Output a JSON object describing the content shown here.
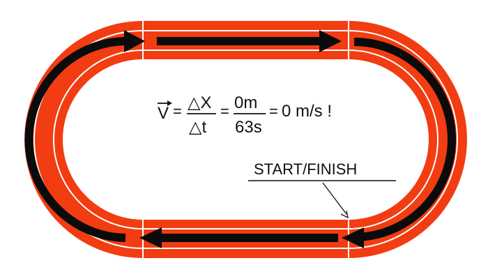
{
  "equation": {
    "velocity_symbol": "V",
    "equals_1": "=",
    "delta_x": "△X",
    "delta_t": "△t",
    "equals_2": "=",
    "displacement": "0m",
    "time": "63s",
    "equals_3": "=",
    "result": "0 m/s !"
  },
  "start_finish_label": "START/FINISH",
  "colors": {
    "track": "#f23c12",
    "lane_line": "#ffffff",
    "arrow": "#0b0b0b",
    "text": "#111111",
    "background": "#ffffff"
  },
  "arrow_direction": "clockwise"
}
